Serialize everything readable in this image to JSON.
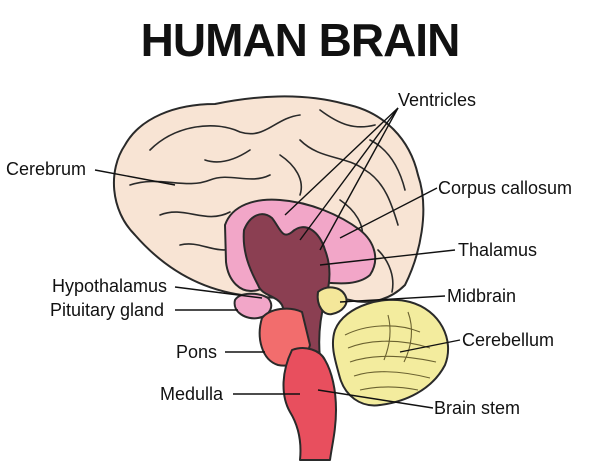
{
  "title": "HUMAN BRAIN",
  "labels": {
    "ventricles": "Ventricles",
    "cerebrum": "Cerebrum",
    "corpus_callosum": "Corpus callosum",
    "thalamus": "Thalamus",
    "hypothalamus": "Hypothalamus",
    "midbrain": "Midbrain",
    "pituitary_gland": "Pituitary gland",
    "cerebellum": "Cerebellum",
    "pons": "Pons",
    "medulla": "Medulla",
    "brain_stem": "Brain stem"
  },
  "colors": {
    "cerebrum": "#f8e4d4",
    "corpus_callosum": "#f2a6c8",
    "thalamus": "#8b3f52",
    "midbrain": "#f4e79a",
    "cerebellum": "#f3ec9e",
    "pons": "#f26d6d",
    "brain_stem": "#e84f5e"
  }
}
